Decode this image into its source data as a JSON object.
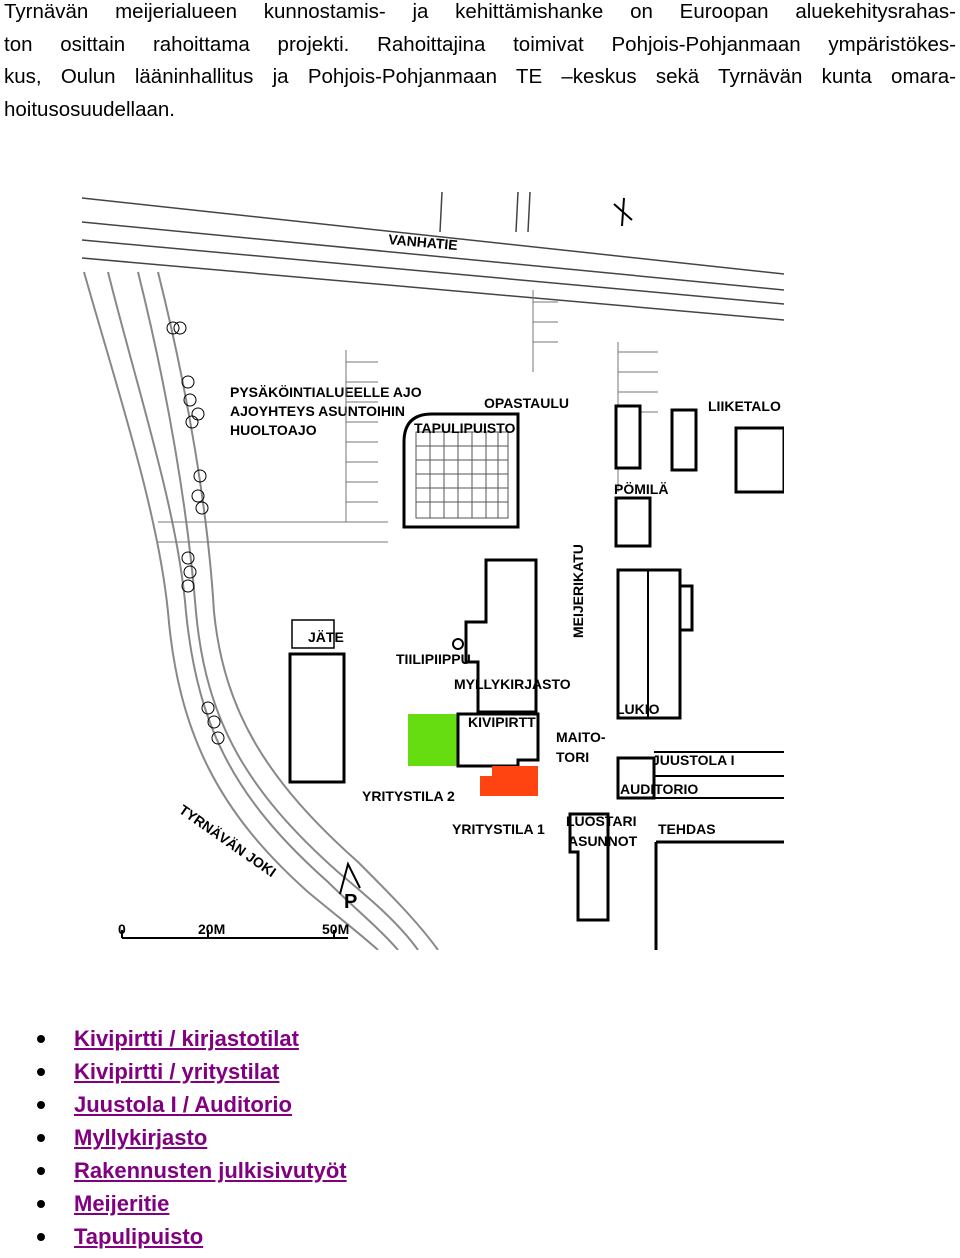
{
  "intro": {
    "lines": [
      "Tyrnävän meijerialueen kunnostamis- ja kehittämishanke on Euroopan aluekehitysrahas-",
      "ton osittain rahoittama projekti. Rahoittajina toimivat Pohjois-Pohjanmaan ympäristökes-",
      "kus, Oulun lääninhallitus ja Pohjois-Pohjanmaan TE –keskus sekä Tyrnävän kunta omara-",
      "hoitusosuudellaan."
    ]
  },
  "map": {
    "labels": {
      "vanhatie": "VANHATIE",
      "parking1": "PYSÄKÖINTIALUEELLE AJO",
      "parking2": "AJOYHTEYS ASUNTOIHIN",
      "parking3": "HUOLTOAJO",
      "opastaulu": "OPASTAULU",
      "tapulipuisto": "TAPULIPUISTO",
      "liiketalo": "LIIKETALO",
      "pomila": "PÖMILÄ",
      "meijerikatu": "MEIJERIKATU",
      "jate": "JÄTE",
      "tiilipiippu": "TIILIPIIPPU",
      "myllykirjasto": "MYLLYKIRJASTO",
      "lukio": "LUKIO",
      "kivipirtti": "KIVIPIRTTI",
      "maitotori1": "MAITO-",
      "maitotori2": "TORI",
      "juustola": "JUUSTOLA I",
      "auditorio": "AUDITORIO",
      "yritystila2": "YRITYSTILA 2",
      "yritystila1": "YRITYSTILA 1",
      "luostari": "LUOSTARI",
      "asunnot": "ASUNNOT",
      "tehdas": "TEHDAS",
      "joki": "TYRNÄVÄN JOKI",
      "p": "P",
      "scale0": "0",
      "scale20": "20M",
      "scale50": "50M"
    },
    "colors": {
      "green_area": "#66dd11",
      "orange_area": "#ff4411"
    }
  },
  "links": [
    {
      "label": "Kivipirtti / kirjastotilat"
    },
    {
      "label": "Kivipirtti / yritystilat"
    },
    {
      "label": "Juustola I / Auditorio"
    },
    {
      "label": "Myllykirjasto"
    },
    {
      "label": "Rakennusten julkisivutyöt"
    },
    {
      "label": "Meijeritie"
    },
    {
      "label": "Tapulipuisto"
    }
  ],
  "link_color": "#800080"
}
